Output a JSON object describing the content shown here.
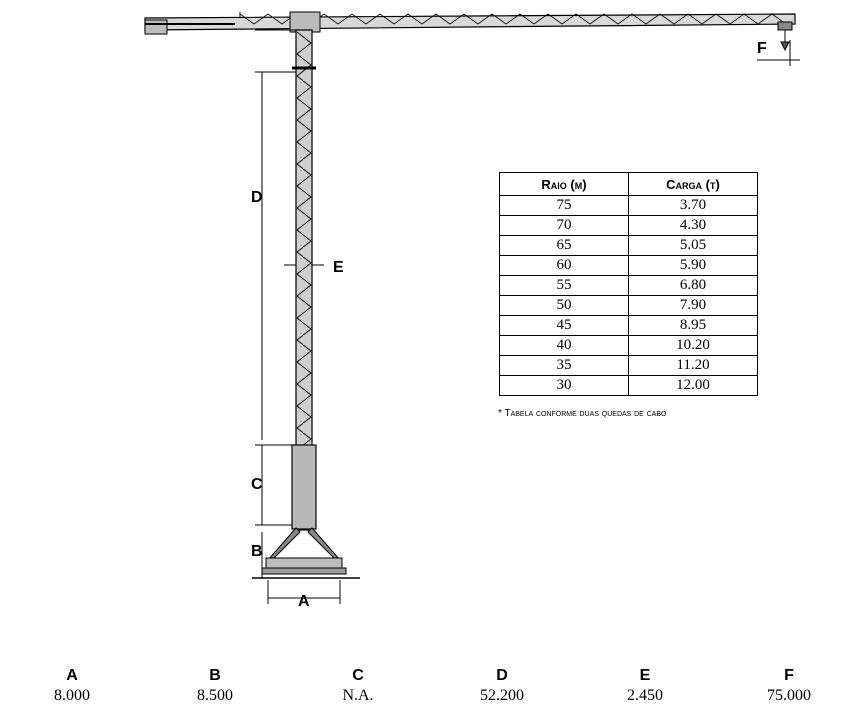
{
  "diagram": {
    "labels": {
      "A": "A",
      "B": "B",
      "C": "C",
      "D": "D",
      "E": "E",
      "F": "F"
    }
  },
  "load_table": {
    "headers": [
      "Raio (m)",
      "Carga (t)"
    ],
    "rows": [
      [
        "75",
        "3.70"
      ],
      [
        "70",
        "4.30"
      ],
      [
        "65",
        "5.05"
      ],
      [
        "60",
        "5.90"
      ],
      [
        "55",
        "6.80"
      ],
      [
        "50",
        "7.90"
      ],
      [
        "45",
        "8.95"
      ],
      [
        "40",
        "10.20"
      ],
      [
        "35",
        "11.20"
      ],
      [
        "30",
        "12.00"
      ]
    ],
    "note": "* Tabela conforme duas quedas de cabo"
  },
  "specs": [
    {
      "key": "A",
      "value": "8.000"
    },
    {
      "key": "B",
      "value": "8.500"
    },
    {
      "key": "C",
      "value": "N.A."
    },
    {
      "key": "D",
      "value": "52.200"
    },
    {
      "key": "E",
      "value": "2.450"
    },
    {
      "key": "F",
      "value": "75.000"
    }
  ]
}
